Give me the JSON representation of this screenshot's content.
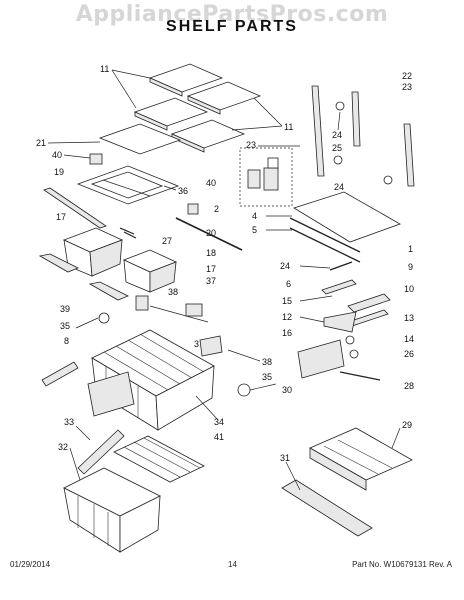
{
  "watermark": "AppliancePartsPros.com",
  "title": "SHELF PARTS",
  "footer": {
    "date": "01/29/2014",
    "page": "14",
    "part_number": "Part No.  W10679131  Rev.  A"
  },
  "callouts": {
    "c11a": "11",
    "c11b": "11",
    "c21": "21",
    "c40a": "40",
    "c19": "19",
    "c36": "36",
    "c40b": "40",
    "c2": "2",
    "c23a": "23",
    "c22": "22",
    "c23b": "23",
    "c24a": "24",
    "c25": "25",
    "c24b": "24",
    "c4": "4",
    "c5": "5",
    "c1": "1",
    "c17a": "17",
    "c27": "27",
    "c20": "20",
    "c18": "18",
    "c17b": "17",
    "c24c": "24",
    "c9": "9",
    "c6": "6",
    "c10": "10",
    "c37": "37",
    "c38a": "38",
    "c39": "39",
    "c15": "15",
    "c35a": "35",
    "c12": "12",
    "c13": "13",
    "c8": "8",
    "c3": "3",
    "c16": "16",
    "c14": "14",
    "c38b": "38",
    "c26": "26",
    "c35b": "35",
    "c30": "30",
    "c28": "28",
    "c34": "34",
    "c41": "41",
    "c33": "33",
    "c29": "29",
    "c32": "32",
    "c31": "31"
  }
}
